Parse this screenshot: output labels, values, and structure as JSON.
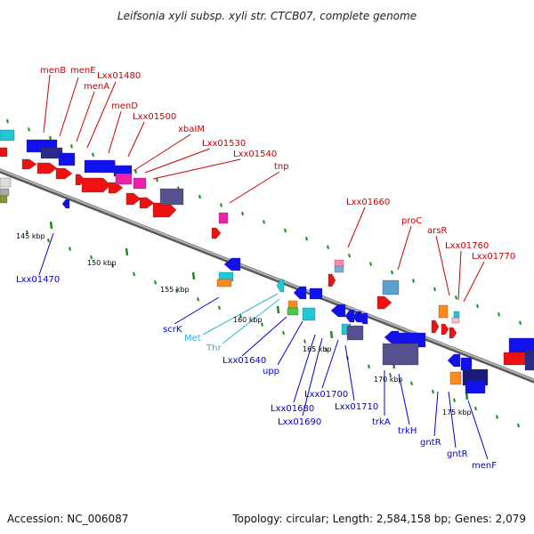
{
  "title": "Leifsonia xyli subsp. xyli str. CTCB07, complete genome",
  "footer": {
    "accession": "Accession: NC_006087",
    "summary": "Topology: circular; Length: 2,584,158 bp; Genes: 2,079"
  },
  "colors": {
    "forward_label": "#cc0000",
    "reverse_label": "#0000cc",
    "rna_label": "#29b6d8",
    "backbone": "#777777",
    "tick": "#1f8a1f"
  },
  "scale_labels": [
    "145 kbp",
    "150 kbp",
    "155 kbp",
    "160 kbp",
    "165 kbp",
    "170 kbp",
    "175 kbp"
  ],
  "forward_genes": [
    "menB",
    "menE",
    "menA",
    "Lxx01480",
    "menD",
    "Lxx01500",
    "xbaIM",
    "Lxx01530",
    "Lxx01540",
    "tnp",
    "Lxx01660",
    "proC",
    "arsR",
    "Lxx01760",
    "Lxx01770"
  ],
  "reverse_genes": [
    "Lxx01470",
    "scrK",
    "Lxx01640",
    "upp",
    "Lxx01680",
    "Lxx01690",
    "Lxx01700",
    "Lxx01710",
    "trkA",
    "trkH",
    "gntR",
    "gntR",
    "menF"
  ],
  "rna_genes": [
    "Met",
    "Thr"
  ]
}
